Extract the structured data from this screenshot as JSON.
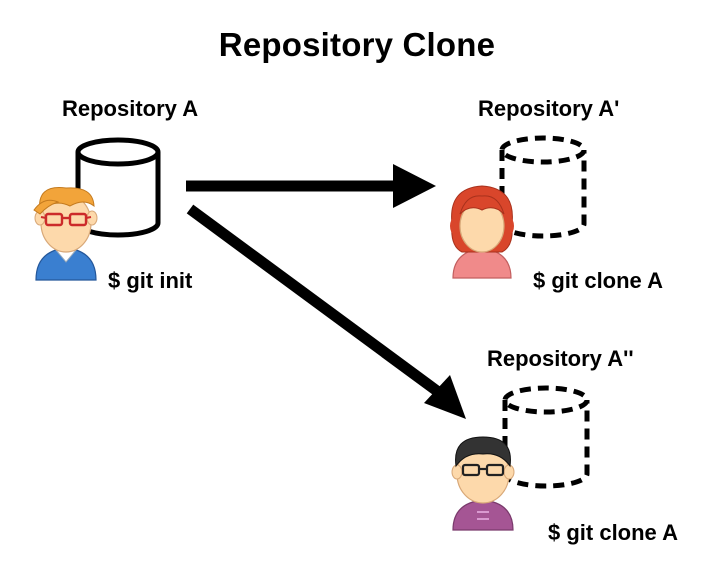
{
  "diagram": {
    "title": "Repository Clone",
    "repo_a": {
      "name": "Repository A",
      "command": "$ git init",
      "cylinder_style": "solid"
    },
    "repo_a_prime": {
      "name": "Repository A'",
      "command": "$ git clone A",
      "cylinder_style": "dashed"
    },
    "repo_a_double_prime": {
      "name": "Repository A''",
      "command": "$ git clone A",
      "cylinder_style": "dashed"
    },
    "icons": [
      "repository-cylinder-icon",
      "user-avatar-icon",
      "arrow-right-icon",
      "arrow-diagonal-icon"
    ],
    "colors": {
      "text": "#000000",
      "stroke": "#000000",
      "skin": "#fdd9ab",
      "orange_hair": "#f2a43a",
      "red_hair": "#d9462b",
      "dark_hair": "#333333",
      "blue_shirt": "#3a7fd0",
      "pink_shirt": "#f08a8a",
      "purple_shirt": "#a55594",
      "glasses": "#cc2a2a"
    }
  }
}
